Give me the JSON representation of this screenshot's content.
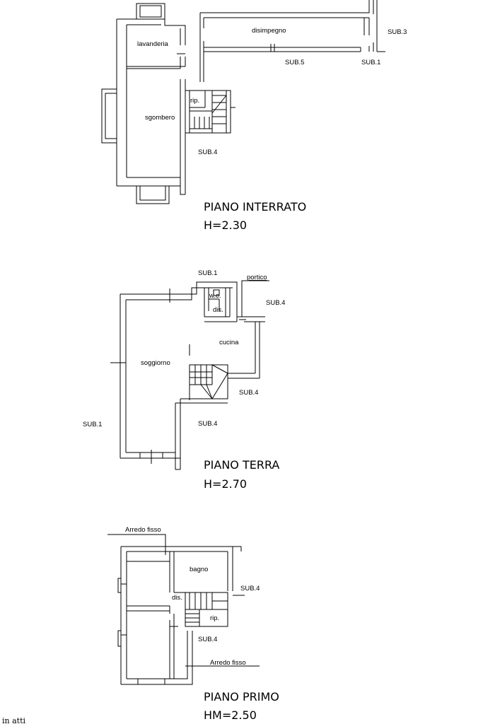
{
  "floors": {
    "interrato": {
      "title": "PIANO INTERRATO",
      "height": "H=2.30",
      "rooms": {
        "lavanderia": "lavanderia",
        "disimpegno": "disimpegno",
        "sgombero": "sgombero",
        "rip": "rip."
      },
      "labels": {
        "sub3": "SUB.3",
        "sub5": "SUB.5",
        "sub1": "SUB.1",
        "sub4": "SUB.4"
      }
    },
    "terra": {
      "title": "PIANO TERRA",
      "height": "H=2.70",
      "rooms": {
        "portico": "portico",
        "wc": "w.c.",
        "dis": "dis.",
        "cucina": "cucina",
        "soggiorno": "soggiorno"
      },
      "labels": {
        "sub1_top": "SUB.1",
        "sub4_right": "SUB.4",
        "sub4_stair": "SUB.4",
        "sub1_left": "SUB.1",
        "sub4_bottom": "SUB.4"
      }
    },
    "primo": {
      "title": "PIANO PRIMO",
      "height": "HM=2.50",
      "rooms": {
        "arredo_top": "Arredo fisso",
        "bagno": "bagno",
        "dis": "dis.",
        "rip": "rip.",
        "arredo_bottom": "Arredo fisso"
      },
      "labels": {
        "sub4_right": "SUB.4",
        "sub4_bottom": "SUB.4"
      }
    }
  },
  "footer_fragment": "in atti"
}
